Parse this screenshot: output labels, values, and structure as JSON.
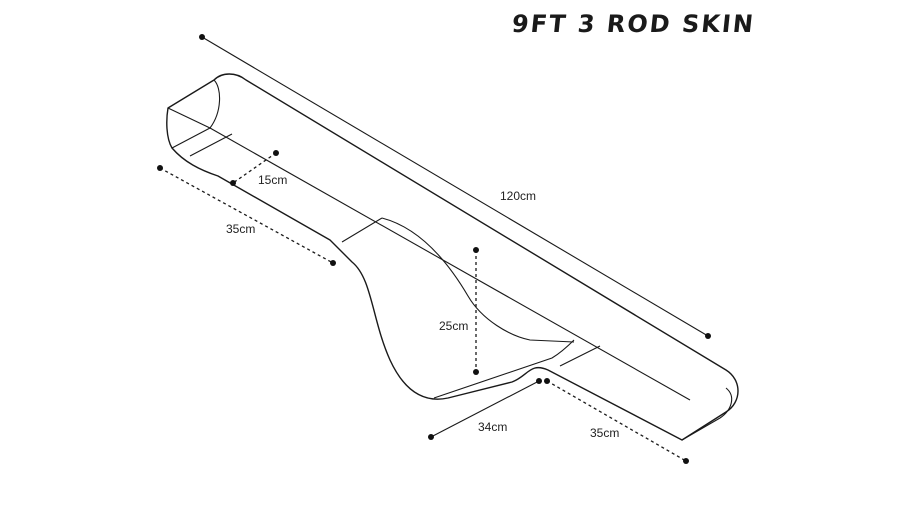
{
  "title": "9FT 3 ROD SKIN",
  "dimensions": {
    "overall_length": "120cm",
    "tip_width": "15cm",
    "tip_section_length": "35cm",
    "reel_pocket_depth": "25cm",
    "reel_pocket_length": "34cm",
    "butt_section_length": "35cm"
  }
}
